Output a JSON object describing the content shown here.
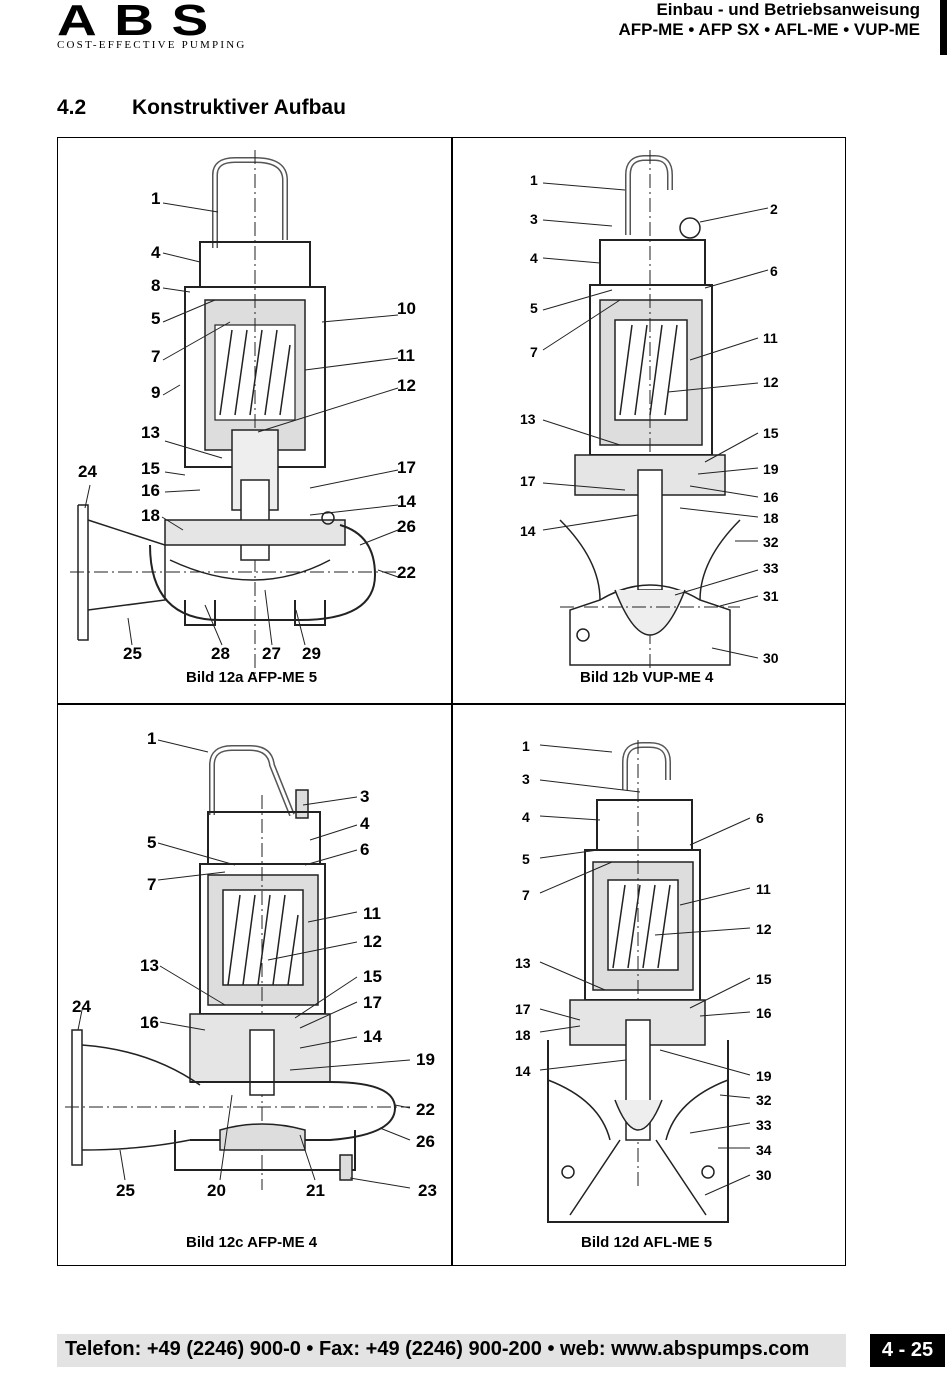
{
  "brand": {
    "name": "ABS",
    "tagline": "COST-EFFECTIVE PUMPING"
  },
  "header": {
    "line1": "Einbau - und Betriebsanweisung",
    "line2": "AFP-ME • AFP SX • AFL-ME • VUP-ME"
  },
  "section": {
    "number": "4.2",
    "title": "Konstruktiver Aufbau"
  },
  "figures": [
    {
      "caption": "Bild 12a AFP-ME 5",
      "labels": [
        "1",
        "4",
        "8",
        "5",
        "7",
        "9",
        "13",
        "24",
        "15",
        "16",
        "18",
        "10",
        "11",
        "12",
        "17",
        "14",
        "26",
        "22",
        "25",
        "28",
        "27",
        "29"
      ]
    },
    {
      "caption": "Bild 12b VUP-ME 4",
      "labels": [
        "1",
        "3",
        "4",
        "5",
        "7",
        "13",
        "17",
        "14",
        "2",
        "6",
        "11",
        "12",
        "15",
        "19",
        "16",
        "18",
        "32",
        "33",
        "31",
        "30"
      ]
    },
    {
      "caption": "Bild 12c AFP-ME 4",
      "labels": [
        "1",
        "5",
        "7",
        "13",
        "24",
        "16",
        "3",
        "4",
        "6",
        "11",
        "12",
        "15",
        "17",
        "14",
        "19",
        "22",
        "26",
        "25",
        "20",
        "21",
        "23"
      ]
    },
    {
      "caption": "Bild 12d AFL-ME 5",
      "labels": [
        "1",
        "3",
        "4",
        "5",
        "7",
        "13",
        "17",
        "18",
        "14",
        "6",
        "11",
        "12",
        "15",
        "16",
        "19",
        "32",
        "33",
        "34",
        "30"
      ]
    }
  ],
  "footer": {
    "contact": "Telefon: +49 (2246) 900-0 • Fax: +49 (2246) 900-200 • web: www.abspumps.com",
    "page": "4 - 25"
  }
}
